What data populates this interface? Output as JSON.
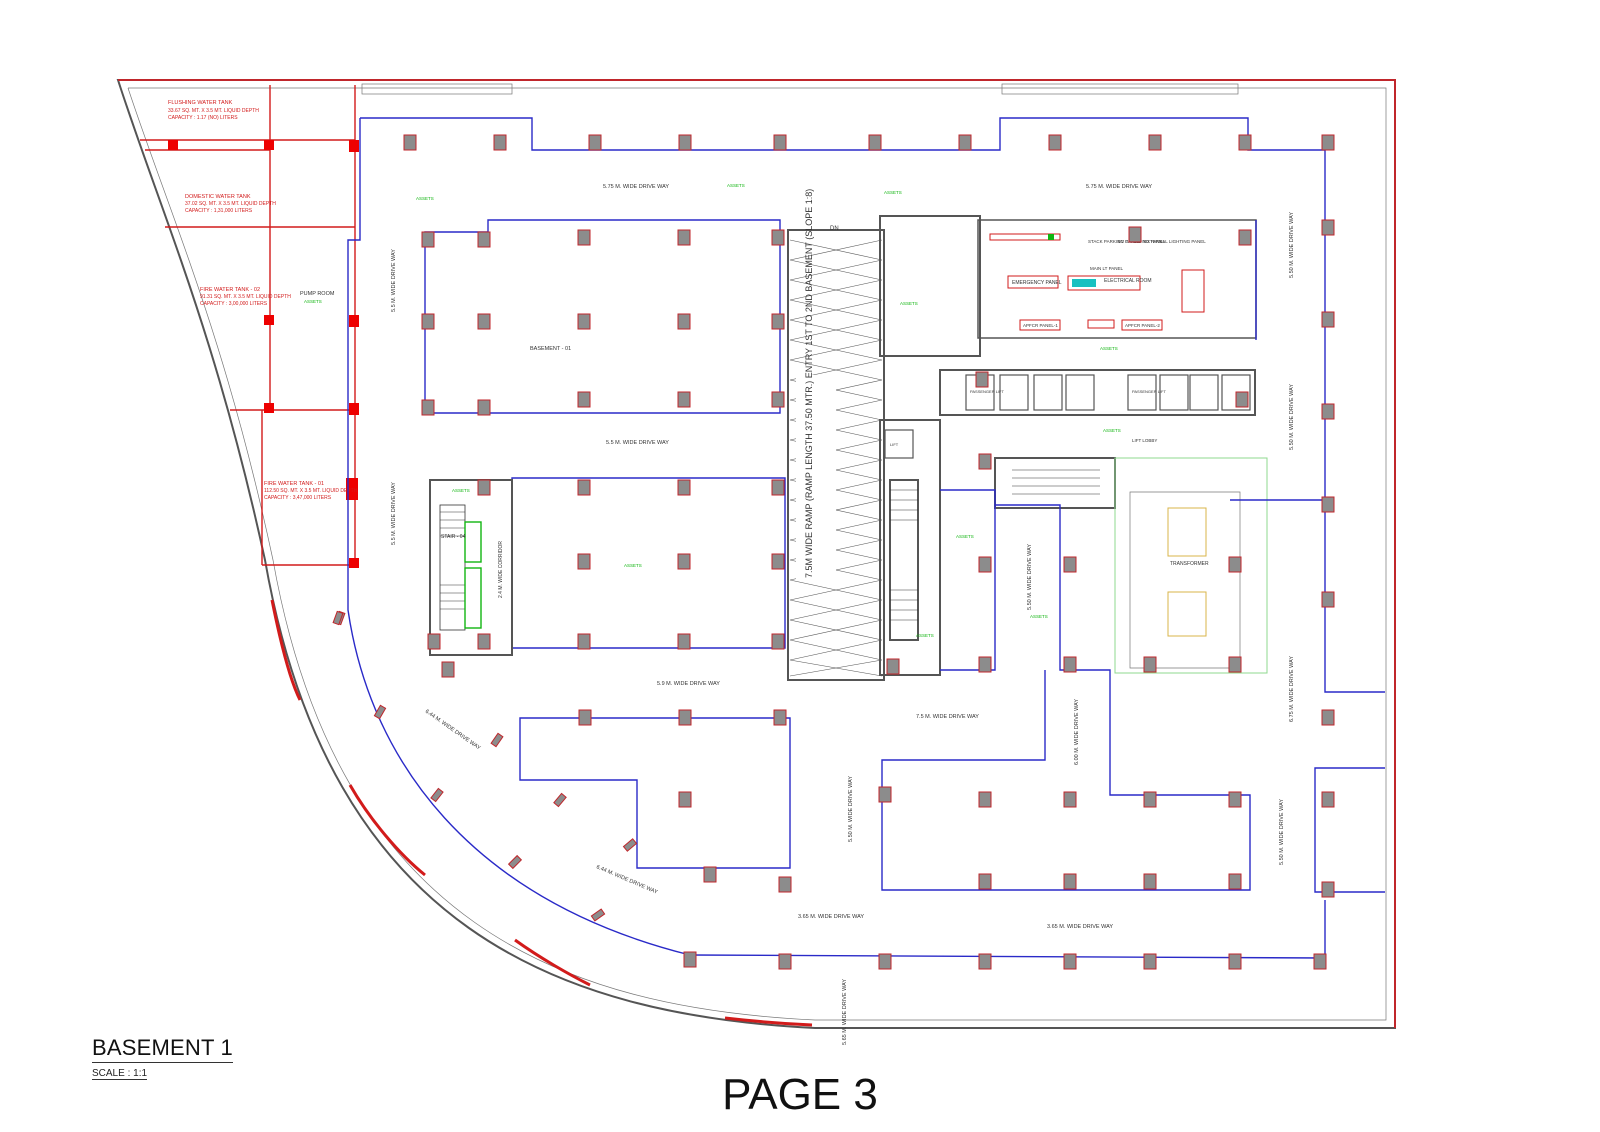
{
  "sheet": {
    "title": "BASEMENT 1",
    "scale": "SCALE : 1:1",
    "page": "PAGE 3"
  },
  "colors": {
    "column": "#8c8c8c",
    "column_outline": "#c0262b",
    "wall_blue": "#2a2ac8",
    "wall_red": "#d21b1b",
    "fire_green": "#11b511",
    "outline": "#555555"
  },
  "tanks": {
    "flushing": [
      "FLUSHING WATER TANK",
      "33.67 SQ. MT. X 3.5 MT. LIQUID DEPTH",
      "CAPACITY : 1.17 (NO) LITERS"
    ],
    "domestic": [
      "DOMESTIC WATER TANK",
      "37.02 SQ. MT. X 3.5 MT. LIQUID DEPTH",
      "CAPACITY : 1,31,000 LITERS"
    ],
    "fire2": [
      "FIRE WATER TANK - 02",
      "91.31 SQ. MT. X 3.5 MT. LIQUID DEPTH",
      "CAPACITY : 3,00,000 LITERS"
    ],
    "fire1": [
      "FIRE WATER TANK - 01",
      "112.50 SQ. MT. X 3.5 MT. LIQUID DEPTH",
      "CAPACITY : 3,47,000 LITERS"
    ]
  },
  "rooms": {
    "pump": "PUMP ROOM",
    "basement": "BASEMENT - 01",
    "stair": "STAIR - 04",
    "corridor": "2.4 M. WIDE CORRIDOR",
    "ramp": "7.5M WIDE RAMP (RAMP LENGTH 37.50 MTR.) ENTRY 1ST TO 2ND BASEMENT (SLOPE 1:8)",
    "ramp_dn": "DN",
    "electrical": "ELECTRICAL ROOM",
    "emergency": "EMERGENCY PANEL",
    "apfcr1": "APFCR PANEL-1",
    "apfcr2": "APFCR PANEL-2",
    "stack_panel": "STACK PARKING PANEL",
    "ev_panel": "EV CHARGING PANEL",
    "ext_panel": "EXTERNAL LIGHTING PANEL",
    "main_panel": "MAIN LT PANEL",
    "transformer": "TRANSFORMER",
    "lift_lobby": "LIFT LOBBY",
    "passenger_lift": "PASSENGER LIFT",
    "lift_small": "LIFT"
  },
  "driveways": [
    "5.75 M. WIDE DRIVE WAY",
    "5.75 M. WIDE DRIVE WAY",
    "5.5 M. WIDE DRIVE WAY",
    "5.5 M. WIDE DRIVE WAY",
    "5.5 M. WIDE DRIVE WAY",
    "5.9 M. WIDE DRIVE WAY",
    "7.5 M. WIDE DRIVE WAY",
    "6.00 M. WIDE DRIVE WAY",
    "6.44 M. WIDE DRIVE WAY",
    "6.44 M. WIDE DRIVE WAY",
    "5.50 M. WIDE DRIVE WAY",
    "3.65 M. WIDE DRIVE WAY",
    "3.65 M. WIDE DRIVE WAY",
    "5.50 M. WIDE DRIVE WAY",
    "5.50 M. WIDE DRIVE WAY",
    "5.50 M. WIDE DRIVE WAY",
    "6.75 M. WIDE DRIVE WAY",
    "5.50 M. WIDE DRIVE WAY",
    "5.65 M. WIDE DRIVE WAY"
  ],
  "fire_tags": [
    "ASSETS",
    "ASSETS",
    "ASSETS",
    "ASSETS",
    "ASSETS",
    "ASSETS",
    "ASSETS",
    "ASSETS",
    "ASSETS",
    "ASSETS",
    "ASSETS",
    "ASSETS"
  ]
}
